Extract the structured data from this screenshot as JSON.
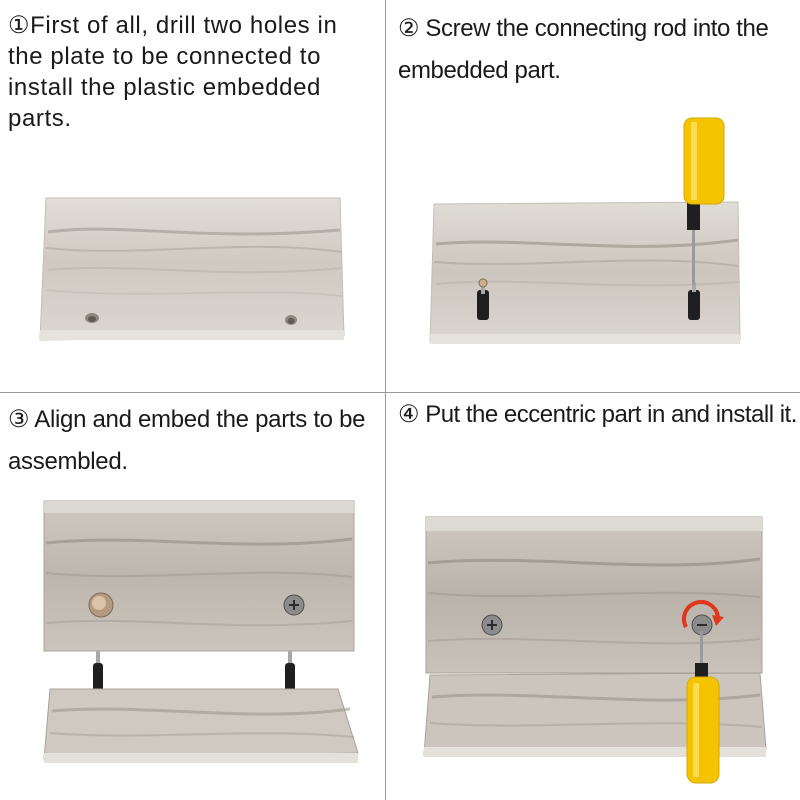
{
  "steps": [
    {
      "number": "①",
      "text": "First of all, drill two holes in the plate to be connected to install the plastic embedded parts."
    },
    {
      "number": "②",
      "text": "Screw the connecting rod into the embedded part."
    },
    {
      "number": "③",
      "text": "Align and embed the parts to be assembled."
    },
    {
      "number": "④",
      "text": "Put the eccentric part in and install it."
    }
  ],
  "colors": {
    "wood_light": "#dcd8d2",
    "wood_grain": "#a9a39b",
    "wood_edge": "#c9c4bc",
    "handle_yellow": "#f4c400",
    "divider": "#9a9a9a",
    "arrow_red": "#e0361b"
  },
  "icons": [
    "screwdriver-icon",
    "rotation-arrow-icon",
    "cam-lock-icon"
  ]
}
